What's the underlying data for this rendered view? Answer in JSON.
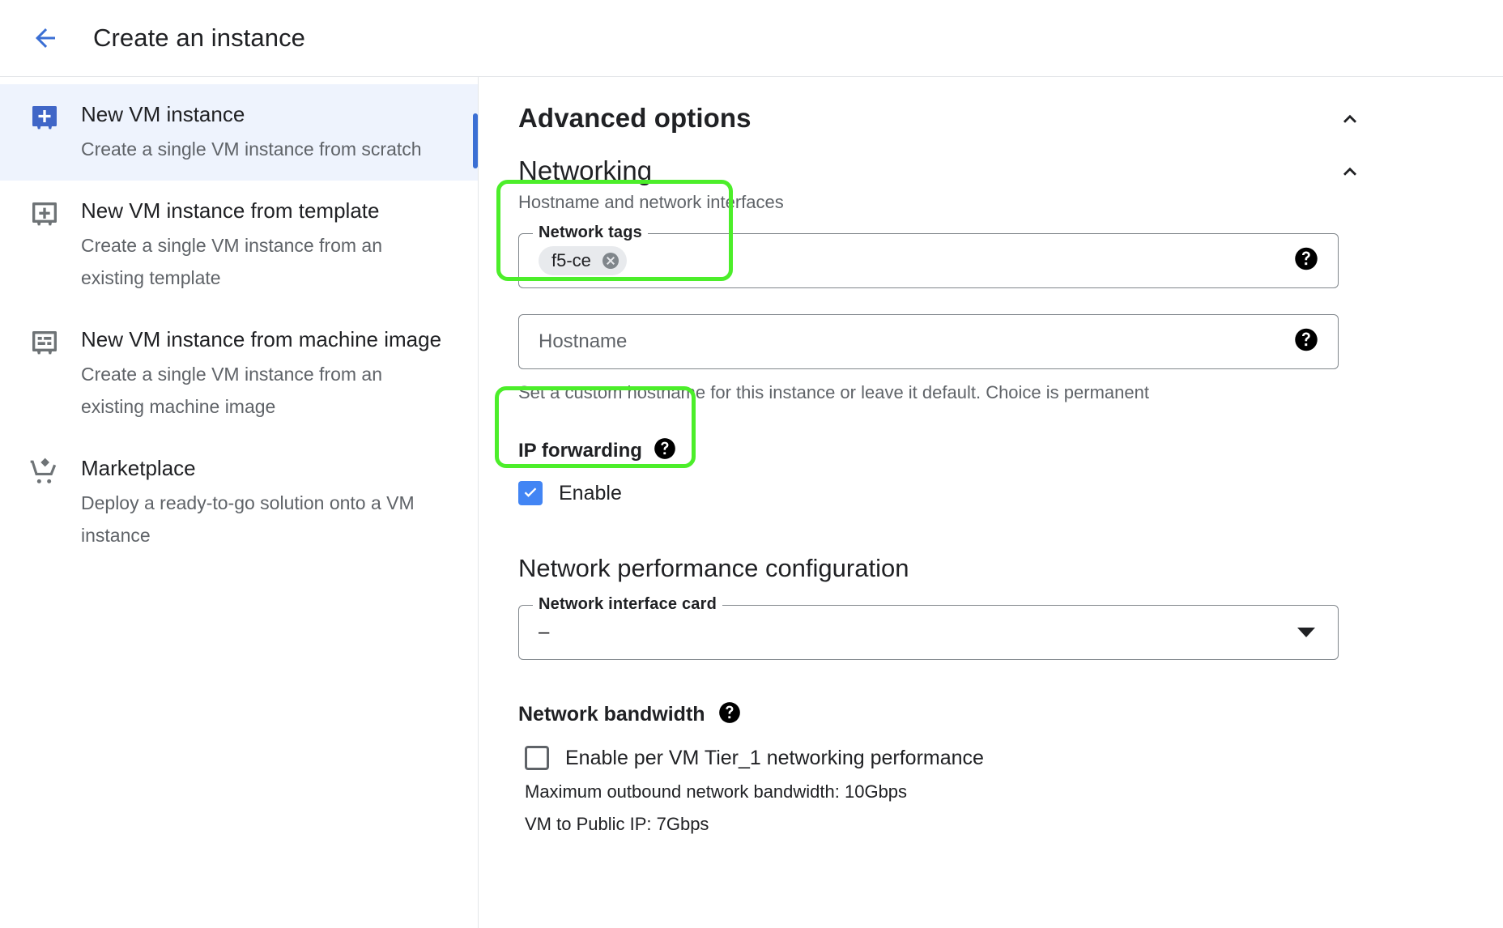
{
  "header": {
    "back_icon": "arrow-left-icon",
    "title": "Create an instance"
  },
  "sidebar": {
    "items": [
      {
        "icon": "vm-instance-icon",
        "label": "New VM instance",
        "desc": "Create a single VM instance from scratch",
        "selected": true
      },
      {
        "icon": "vm-template-icon",
        "label": "New VM instance from template",
        "desc": "Create a single VM instance from an existing template",
        "selected": false
      },
      {
        "icon": "machine-image-icon",
        "label": "New VM instance from machine image",
        "desc": "Create a single VM instance from an existing machine image",
        "selected": false
      },
      {
        "icon": "shopping-cart-icon",
        "label": "Marketplace",
        "desc": "Deploy a ready-to-go solution onto a VM instance",
        "selected": false
      }
    ]
  },
  "main": {
    "advanced_options": {
      "title": "Advanced options",
      "collapse_icon": "chevron-up-icon"
    },
    "networking": {
      "title": "Networking",
      "collapse_icon": "chevron-up-icon",
      "subtitle": "Hostname and network interfaces",
      "network_tags": {
        "legend": "Network tags",
        "chips": [
          "f5-ce"
        ],
        "chip_remove_icon": "close-circle-icon",
        "help_icon": "help-icon"
      },
      "hostname": {
        "placeholder": "Hostname",
        "value": "",
        "help_icon": "help-icon",
        "helper_text": "Set a custom hostname for this instance or leave it default. Choice is permanent"
      },
      "ip_forwarding": {
        "title": "IP forwarding",
        "help_icon": "help-icon",
        "checkbox_label": "Enable",
        "checked": true
      }
    },
    "network_performance": {
      "title": "Network performance configuration",
      "nic": {
        "legend": "Network interface card",
        "value": "–",
        "caret_icon": "chevron-down-icon"
      },
      "bandwidth": {
        "title": "Network bandwidth",
        "help_icon": "help-icon",
        "checkbox_label": "Enable per VM Tier_1 networking performance",
        "checked": false,
        "info_lines": [
          "Maximum outbound network bandwidth: 10Gbps",
          "VM to Public IP: 7Gbps"
        ]
      }
    }
  },
  "annotations": {
    "highlight_color": "#4cee2a",
    "boxes": [
      "network-tags-highlight",
      "ip-forwarding-highlight"
    ]
  },
  "colors": {
    "accent_blue": "#4285f4",
    "selected_row_bg": "#eef3fd",
    "indicator_blue": "#3b6fd4",
    "text_secondary": "#5f6368"
  }
}
